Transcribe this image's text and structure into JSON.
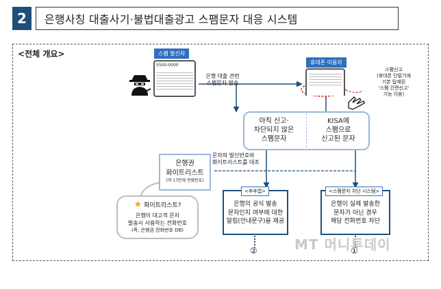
{
  "header": {
    "number": "2",
    "title": "은행사칭 대출사기·불법대출광고 스팸문자 대응 시스템"
  },
  "overview_label": "<전체 개요>",
  "sender": {
    "tag": "스팸 발신자",
    "phone_number": "5500-0000",
    "action_line1": "은행 대출 관련",
    "action_line2": "스팸문자 발송"
  },
  "receiver": {
    "tag": "휴대폰 이용자",
    "report_line1": "스팸신고",
    "report_line2": "(휴대폰 단말기에",
    "report_line3": "기본 탑재된",
    "report_line4": "'스팸 간편신고'",
    "report_line5": "기능 이용)"
  },
  "split_box": {
    "left_line1": "아직 신고·",
    "left_line2": "차단되지 않은",
    "left_line3": "스팸문자",
    "right_line1": "KISA에",
    "right_line2": "스팸으로",
    "right_line3": "신고된 문자"
  },
  "whitelist": {
    "line1": "은행권",
    "line2": "화이트리스트",
    "line3": "(약 17만개 전화번호)",
    "compare_line1": "문자의 발신번호와",
    "compare_line2": "화이트리스트를 대조"
  },
  "whitelist_note": {
    "title": "화이트리스트?",
    "line1": "은행이 대고객 문자",
    "line2": "발송시 사용하는 전화번호",
    "line3": "(즉, 은행권 전화번호 DB)"
  },
  "result_left": {
    "tag": "<후후앱>",
    "line1": "은행의 공식 발송",
    "line2": "문자인지 여부에 대한",
    "line3": "알림(안내문구)을 제공",
    "marker": "②"
  },
  "result_right": {
    "tag": "<스팸문자 차단 시스템>",
    "line1": "은행이 실제 발송한",
    "line2": "문자가 아닌 경우",
    "line3": "해당 전화번호 차단",
    "marker": "①"
  },
  "watermark": "MT 머니투데이",
  "colors": {
    "blue": "#2e6fbf",
    "navy": "#1f4e79",
    "red": "#d62b2b"
  }
}
